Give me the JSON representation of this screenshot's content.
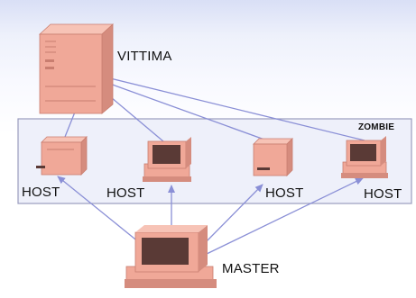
{
  "nodes": {
    "victim": {
      "label": "VITTIMA"
    },
    "zombie_group": {
      "label": "ZOMBIE"
    },
    "hosts": [
      {
        "label": "HOST"
      },
      {
        "label": "HOST"
      },
      {
        "label": "HOST"
      },
      {
        "label": "HOST"
      }
    ],
    "master": {
      "label": "MASTER"
    }
  },
  "colors": {
    "device_fill": "#f0a898",
    "device_shadow": "#c97e70",
    "screen": "#5a3a36",
    "arrow": "#8a8fd6",
    "zombie_box_fill": "#eef0fa",
    "zombie_box_stroke": "#9a9cbe"
  },
  "icons": {
    "victim": "server-tower-icon",
    "host": "desktop-computer-icon",
    "master": "desktop-computer-icon"
  }
}
